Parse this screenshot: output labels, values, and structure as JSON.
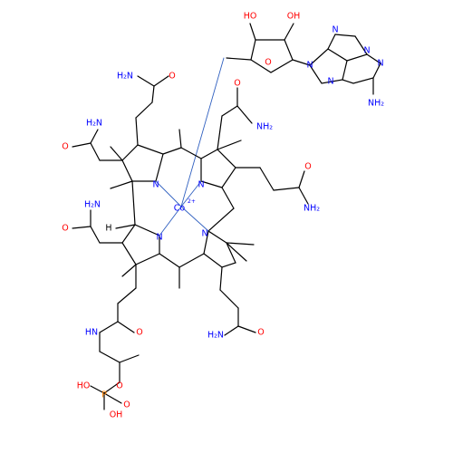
{
  "labels": {
    "nh2": "NH₂",
    "h2n": "H₂N",
    "o": "O",
    "n": "N",
    "ho": "HO",
    "oh": "OH",
    "co": "Co",
    "co_charge": "2+",
    "h": "H",
    "hn": "HN",
    "p": "P"
  },
  "colors": {
    "bond": "#000000",
    "oxygen": "#ff0000",
    "nitrogen": "#0000ff",
    "phosphorus": "#ff8000",
    "cobalt": "#0000ff"
  }
}
